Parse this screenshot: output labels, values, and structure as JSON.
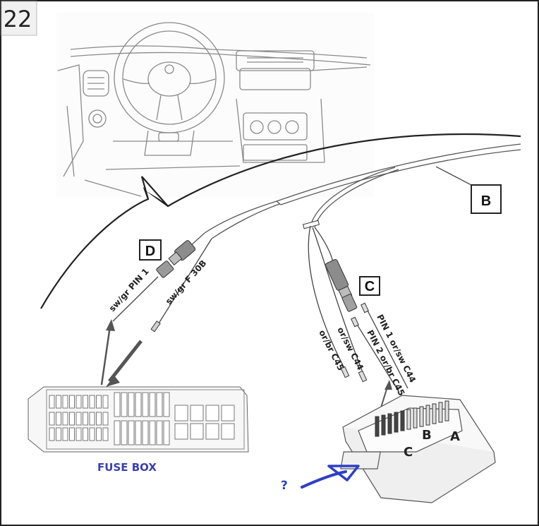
{
  "step_number": "22",
  "callouts": {
    "B": "B",
    "C": "C",
    "D": "D"
  },
  "wire_labels": {
    "d_pin1": "sw/gr  PIN 1",
    "d_f30b": "sw/gr  F 30B",
    "c_pin1": "PIN 1  or/sw C44",
    "c_pin2": "PIN 2  or/br C45",
    "left_c44": "or/sw C44",
    "left_c45": "or/br C45"
  },
  "module_connectors": {
    "A": "A",
    "B": "B",
    "C": "C"
  },
  "fuse_box_label": "FUSE BOX",
  "annotation_question": "?",
  "colors": {
    "fuse_box_label": "#3a3fb0",
    "annotation": "#2f3fc8",
    "line": "#333333"
  }
}
